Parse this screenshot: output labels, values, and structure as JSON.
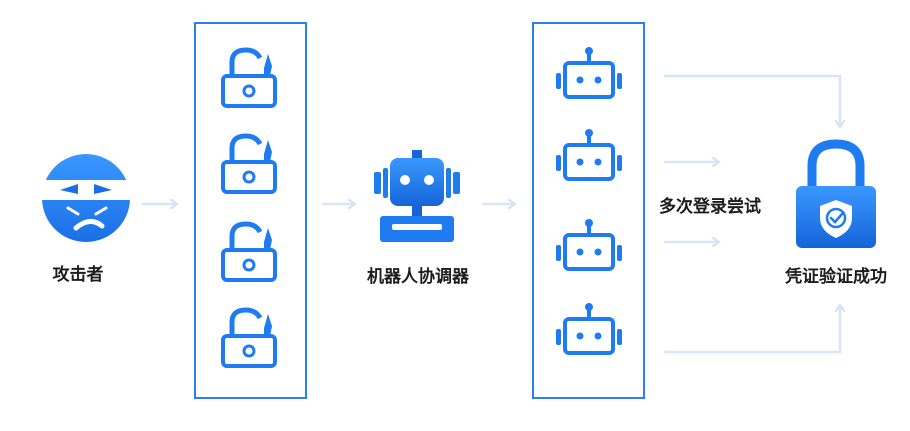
{
  "diagram": {
    "attacker_label": "攻击者",
    "coordinator_label": "机器人协调器",
    "attempts_label": "多次登录尝试",
    "success_label": "凭证验证成功"
  },
  "icons": {
    "attacker": "masked-face-icon",
    "credential": "broken-padlock-icon",
    "coordinator": "robot-icon",
    "bot": "bot-icon",
    "success": "shield-padlock-icon"
  },
  "colors": {
    "primary": "#1e7bf0",
    "primary_dark": "#1565d8",
    "arrow": "#d7e5f7",
    "text": "#1c1c1c"
  }
}
